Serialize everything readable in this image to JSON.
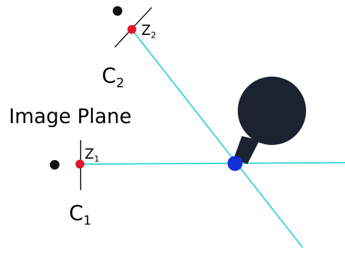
{
  "diagram": {
    "title": "Image Plane",
    "cameras": [
      {
        "label_main": "C",
        "label_sub": "1",
        "point_main": "Z",
        "point_sub": "1"
      },
      {
        "label_main": "C",
        "label_sub": "2",
        "point_main": "Z",
        "point_sub": "2"
      }
    ],
    "colors": {
      "ray": "#35d6dc",
      "image_point": "#e3152b",
      "camera_center": "#111111",
      "scene_point": "#1230d8",
      "ball": "#1b2230",
      "plane": "#111111"
    }
  }
}
